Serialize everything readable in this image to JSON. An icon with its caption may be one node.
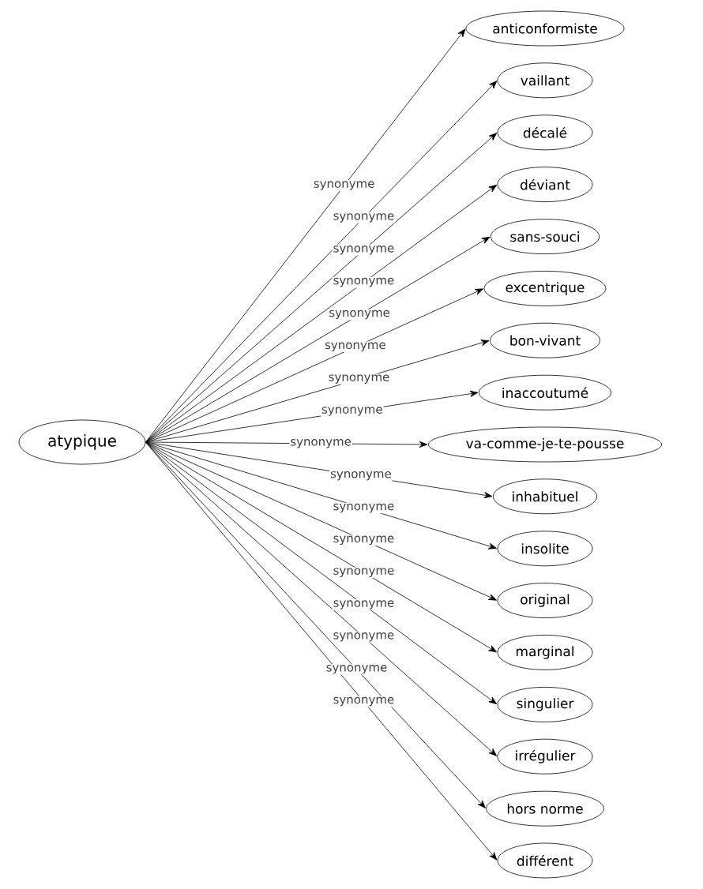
{
  "diagram": {
    "nodes": [
      {
        "text": [
          "atypique"
        ]
      },
      {
        "text": [
          "anticonformiste"
        ]
      },
      {
        "text": [
          "vaillant"
        ]
      },
      {
        "text": [
          "décalé"
        ]
      },
      {
        "text": [
          "déviant"
        ]
      },
      {
        "text": [
          "sans-souci"
        ]
      },
      {
        "text": [
          "excentrique"
        ]
      },
      {
        "text": [
          "bon-vivant"
        ]
      },
      {
        "text": [
          "inaccoutumé"
        ]
      },
      {
        "text": [
          "va-comme-je-te-pousse"
        ]
      },
      {
        "text": [
          "inhabituel"
        ]
      },
      {
        "text": [
          "insolite"
        ]
      },
      {
        "text": [
          "original"
        ]
      },
      {
        "text": [
          "marginal"
        ]
      },
      {
        "text": [
          "singulier"
        ]
      },
      {
        "text": [
          "irrégulier"
        ]
      },
      {
        "text": [
          "hors norme"
        ]
      },
      {
        "text": [
          "différent"
        ]
      }
    ],
    "edges": [
      {
        "from": 0,
        "to": 1,
        "arrow": "to",
        "label": "synonyme"
      },
      {
        "from": 0,
        "to": 2,
        "arrow": "to",
        "label": "synonyme"
      },
      {
        "from": 0,
        "to": 3,
        "arrow": "to",
        "label": "synonyme"
      },
      {
        "from": 0,
        "to": 4,
        "arrow": "to",
        "label": "synonyme"
      },
      {
        "from": 0,
        "to": 5,
        "arrow": "to",
        "label": "synonyme"
      },
      {
        "from": 0,
        "to": 6,
        "arrow": "to",
        "label": "synonyme"
      },
      {
        "from": 0,
        "to": 7,
        "arrow": "to",
        "label": "synonyme"
      },
      {
        "from": 0,
        "to": 8,
        "arrow": "to",
        "label": "synonyme"
      },
      {
        "from": 0,
        "to": 9,
        "arrow": "to",
        "label": "synonyme"
      },
      {
        "from": 0,
        "to": 10,
        "arrow": "to",
        "label": "synonyme"
      },
      {
        "from": 0,
        "to": 11,
        "arrow": "to",
        "label": "synonyme"
      },
      {
        "from": 0,
        "to": 12,
        "arrow": "to",
        "label": "synonyme"
      },
      {
        "from": 0,
        "to": 13,
        "arrow": "to",
        "label": "synonyme"
      },
      {
        "from": 0,
        "to": 14,
        "arrow": "to",
        "label": "synonyme"
      },
      {
        "from": 0,
        "to": 15,
        "arrow": "to",
        "label": "synonyme"
      },
      {
        "from": 0,
        "to": 16,
        "arrow": "to",
        "label": "synonyme"
      },
      {
        "from": 0,
        "to": 17,
        "arrow": "to",
        "label": "synonyme"
      }
    ]
  }
}
